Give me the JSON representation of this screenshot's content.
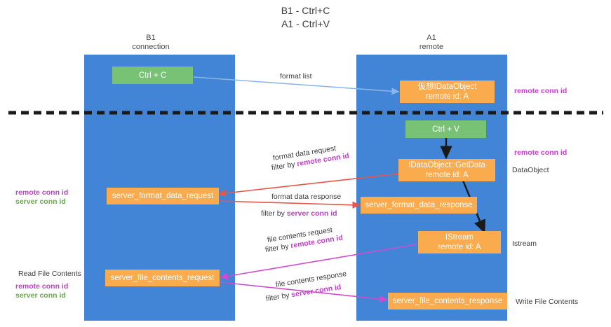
{
  "title": {
    "line1": "B1 - Ctrl+C",
    "line2": "A1 - Ctrl+V"
  },
  "lanes": [
    {
      "id": "b1",
      "name": "B1",
      "role": "connection"
    },
    {
      "id": "a1",
      "name": "A1",
      "role": "remote"
    }
  ],
  "nodes": {
    "ctrl_c": {
      "label": "Ctrl + C",
      "color": "#78c276"
    },
    "ctrl_v": {
      "label": "Ctrl + V",
      "color": "#78c276"
    },
    "virtual_idataobject": {
      "line1": "仮想IDataObject",
      "line2": "remote id: A",
      "color": "#f9ab4e"
    },
    "getdata": {
      "line1": "IDataObject::GetData",
      "line2": "remote id: A",
      "color": "#f9ab4e"
    },
    "istream": {
      "line1": "IStream",
      "line2": "remote id: A",
      "color": "#f9ab4e"
    },
    "sfdreq": {
      "label": "server_format_data_request",
      "color": "#f9ab4e"
    },
    "sfdres": {
      "label": "server_format_data_response",
      "color": "#f9ab4e"
    },
    "sfcreq": {
      "label": "server_file_contents_request",
      "color": "#f9ab4e"
    },
    "sfcres": {
      "label": "server_file_contents_response",
      "color": "#f9ab4e"
    }
  },
  "edges": {
    "format_list": "format list",
    "format_data_request": "format data request",
    "format_data_request_filter_prefix": "filter by ",
    "format_data_request_filter_key": "remote conn id",
    "format_data_response": "format data response",
    "format_data_response_filter_prefix": "filter by ",
    "format_data_response_filter_key": "server conn id",
    "file_contents_request": "file contents request",
    "file_contents_request_filter_prefix": "filter by ",
    "file_contents_request_filter_key": "remote conn id",
    "file_contents_response": "file contents response",
    "file_contents_response_filter_prefix": "filter by ",
    "file_contents_response_filter_key": "server conn id"
  },
  "annotations": {
    "right_remote_conn_id_top": "remote conn id",
    "right_remote_conn_id_mid": "remote conn id",
    "right_dataobject": "DataObject",
    "right_istream": "Istream",
    "right_write_file_contents": "Write File Contents",
    "left_remote_conn_id": "remote conn id",
    "left_server_conn_id": "server conn id",
    "left_read_file_contents": "Read File Contents",
    "left_remote_conn_id_2": "remote conn id",
    "left_server_conn_id_2": "server conn id"
  },
  "colors": {
    "lane": "#4285d6",
    "node_orange": "#f9ab4e",
    "node_green": "#78c276",
    "arrow_blue": "#8bb6e8",
    "arrow_red": "#e8564a",
    "arrow_magenta": "#d04bd0",
    "arrow_black": "#1a1a1a",
    "remote_key": "#c23fc9",
    "server_key": "#6aa84f",
    "divider": "#1a1a1a"
  }
}
